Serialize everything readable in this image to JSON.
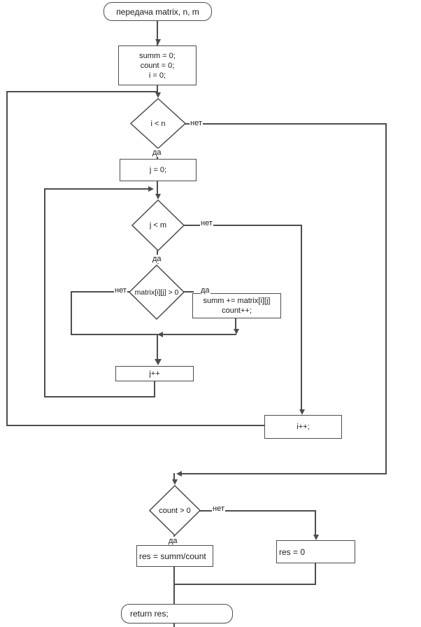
{
  "flowchart": {
    "start": "передача matrix, n, m",
    "init_lines": [
      "summ = 0;",
      "count = 0;",
      "i = 0;"
    ],
    "cond_i": "i < n",
    "set_j": "j = 0;",
    "cond_j": "j < m",
    "cond_elem": "matrix[i][j] > 0",
    "accumulate_lines": [
      "summ += matrix[i][j]",
      "count++;"
    ],
    "inc_j": "j++",
    "inc_i": "i++;",
    "cond_count": "count > 0",
    "res_divide": "res = summ/count",
    "res_zero": "res = 0",
    "return": "return res;",
    "labels": {
      "yes": "да",
      "no": "нет"
    }
  },
  "colors": {
    "line": "#4d4d4d",
    "text": "#1a1a1a",
    "background": "#ffffff"
  }
}
